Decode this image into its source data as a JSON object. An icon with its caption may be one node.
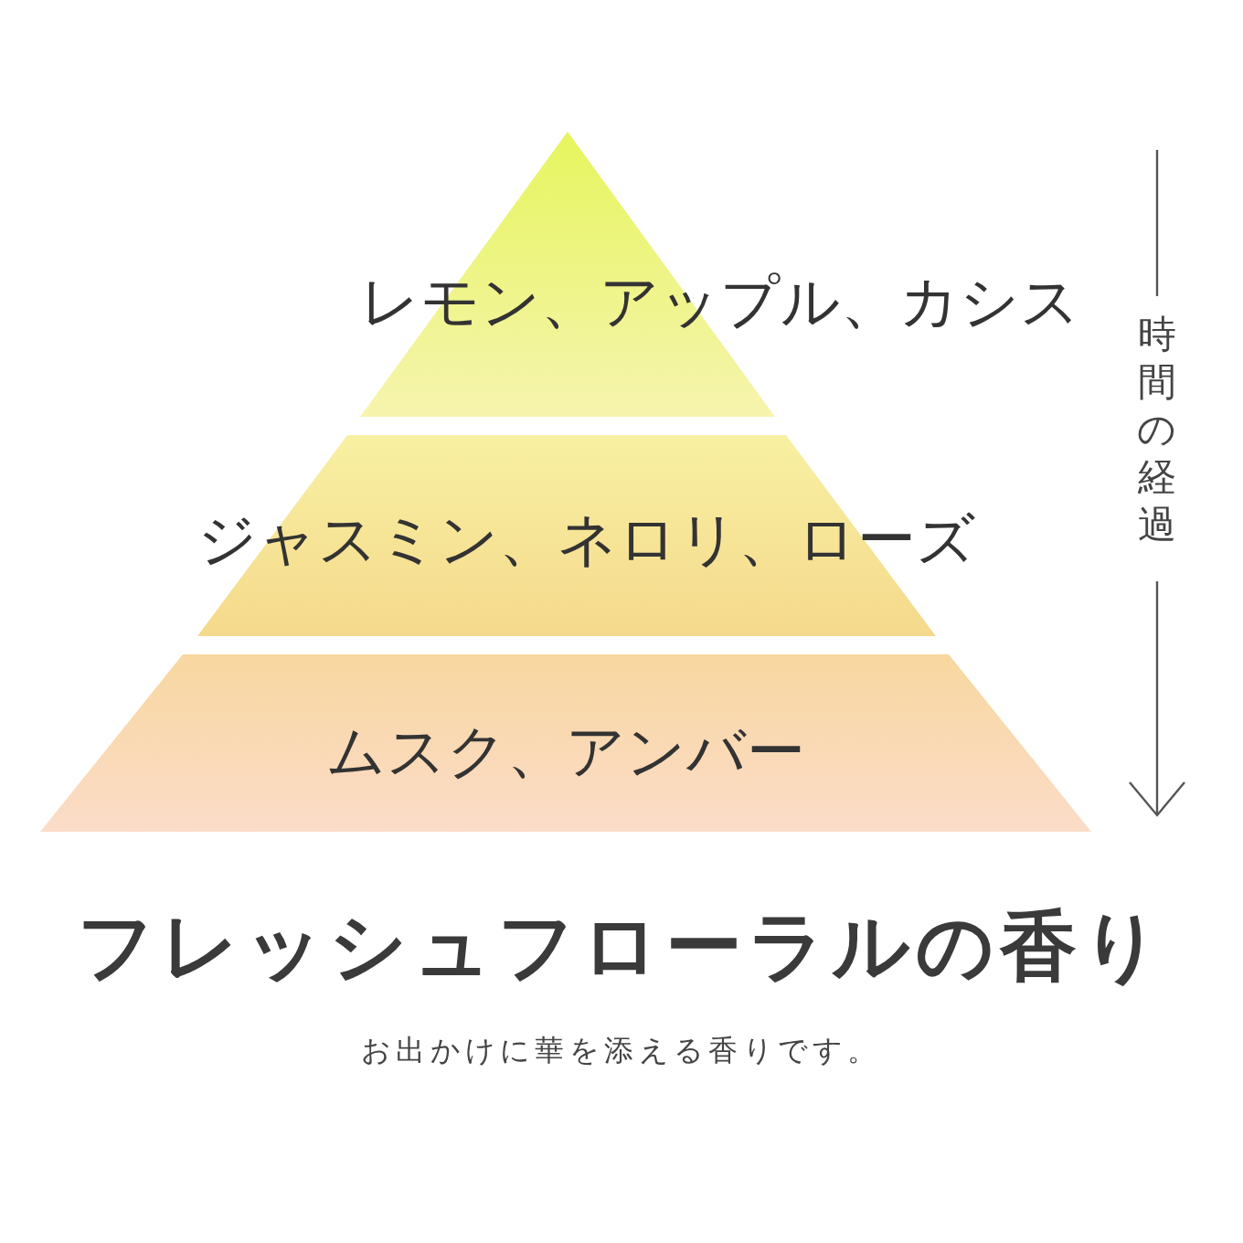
{
  "diagram": {
    "title": "フレッシュフローラルの香り",
    "caption": "お出かけに華を添える香りです。",
    "nodes": [
      {
        "text": [
          "レモン、アップル、カシス"
        ]
      },
      {
        "text": [
          "ジャスミン、ネロリ、ローズ"
        ]
      },
      {
        "text": [
          "ムスク、アンバー"
        ]
      }
    ],
    "edges": [],
    "labels": [
      "時間の経過"
    ]
  }
}
